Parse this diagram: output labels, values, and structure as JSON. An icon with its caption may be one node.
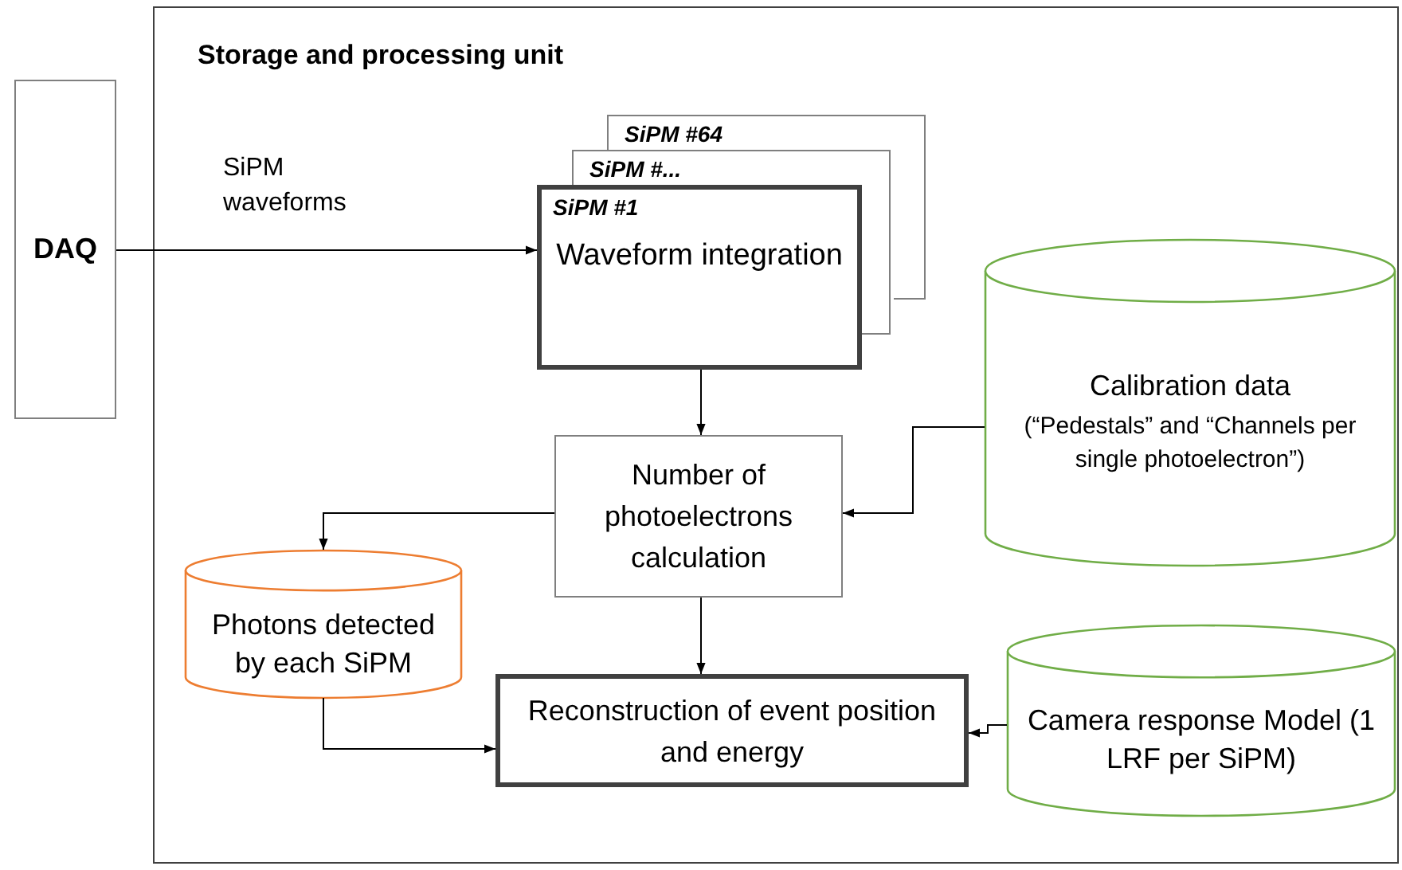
{
  "diagram": {
    "nodes": [
      {
        "text": [
          "Storage and processing unit"
        ]
      },
      {
        "text": [
          "DAQ"
        ]
      },
      {
        "text": [
          "SiPM #64"
        ],
        "in": 0
      },
      {
        "text": [
          "SiPM #..."
        ],
        "in": 0
      },
      {
        "text": [
          "SiPM #1",
          "Waveform integration"
        ],
        "in": 0
      },
      {
        "text": [
          "Number of photoelectrons calculation"
        ],
        "in": 0
      },
      {
        "text": [
          "Calibration data",
          "(“Pedestals” and “Channels per single photoelectron”)"
        ],
        "in": 0
      },
      {
        "text": [
          "Photons detected by each SiPM"
        ],
        "in": 0
      },
      {
        "text": [
          "Reconstruction of event position and energy"
        ],
        "in": 0
      },
      {
        "text": [
          "Camera response Model (1 LRF per SiPM)"
        ],
        "in": 0
      }
    ],
    "edges": [
      {
        "from": 1,
        "to": 4,
        "arrow": "to",
        "label": "SiPM waveforms"
      },
      {
        "from": 4,
        "to": 5,
        "arrow": "to"
      },
      {
        "from": 6,
        "to": 5,
        "arrow": "to"
      },
      {
        "from": 5,
        "to": 7,
        "arrow": "to"
      },
      {
        "from": 5,
        "to": 8,
        "arrow": "to"
      },
      {
        "from": 7,
        "to": 8,
        "arrow": "to"
      },
      {
        "from": 9,
        "to": 8,
        "arrow": "to"
      }
    ]
  }
}
